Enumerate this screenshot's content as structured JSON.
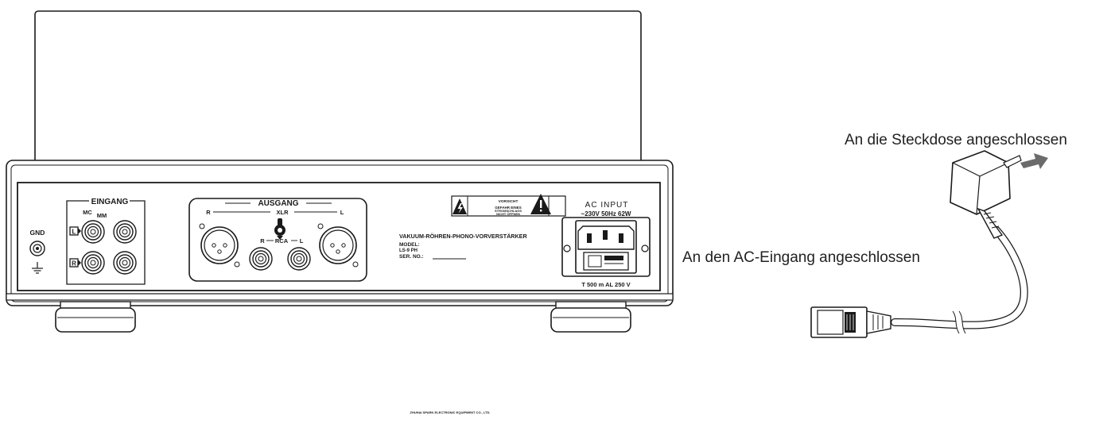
{
  "callouts": {
    "wall_outlet": "An die Steckdose angeschlossen",
    "ac_input": "An den AC-Eingang angeschlossen"
  },
  "panel": {
    "input_title": "EINGANG",
    "gnd": "GND",
    "mc": "MC",
    "mm": "MM",
    "channel_left": "L",
    "channel_right": "R",
    "output_title": "AUSGANG",
    "xlr": "XLR",
    "rca": "RCA",
    "product_name": "VAKUUM-RÖHREN-PHONO-VORVERSTÄRKER",
    "model_label": "MODEL:",
    "model_value": "LS-9 PH",
    "serial_label": "SER. NO.:",
    "warning_title": "VORSICHT",
    "warning_line1": "GEFAHR EINES",
    "warning_line2": "STROMSCHLAGS",
    "warning_line3": "NICHT ÖFFNEN",
    "ac_input_title": "AC INPUT",
    "ac_rating": "~230V 50Hz 62W",
    "fuse_rating": "T 500 m AL 250 V"
  },
  "footer": {
    "company": "ZHUHAI SPARK ELECTRONIC EQUIPMENT CO., LTD."
  },
  "colors": {
    "line": "#1a1a1a",
    "panel_fill": "#ffffff",
    "arrow": "#6b6b6b"
  }
}
